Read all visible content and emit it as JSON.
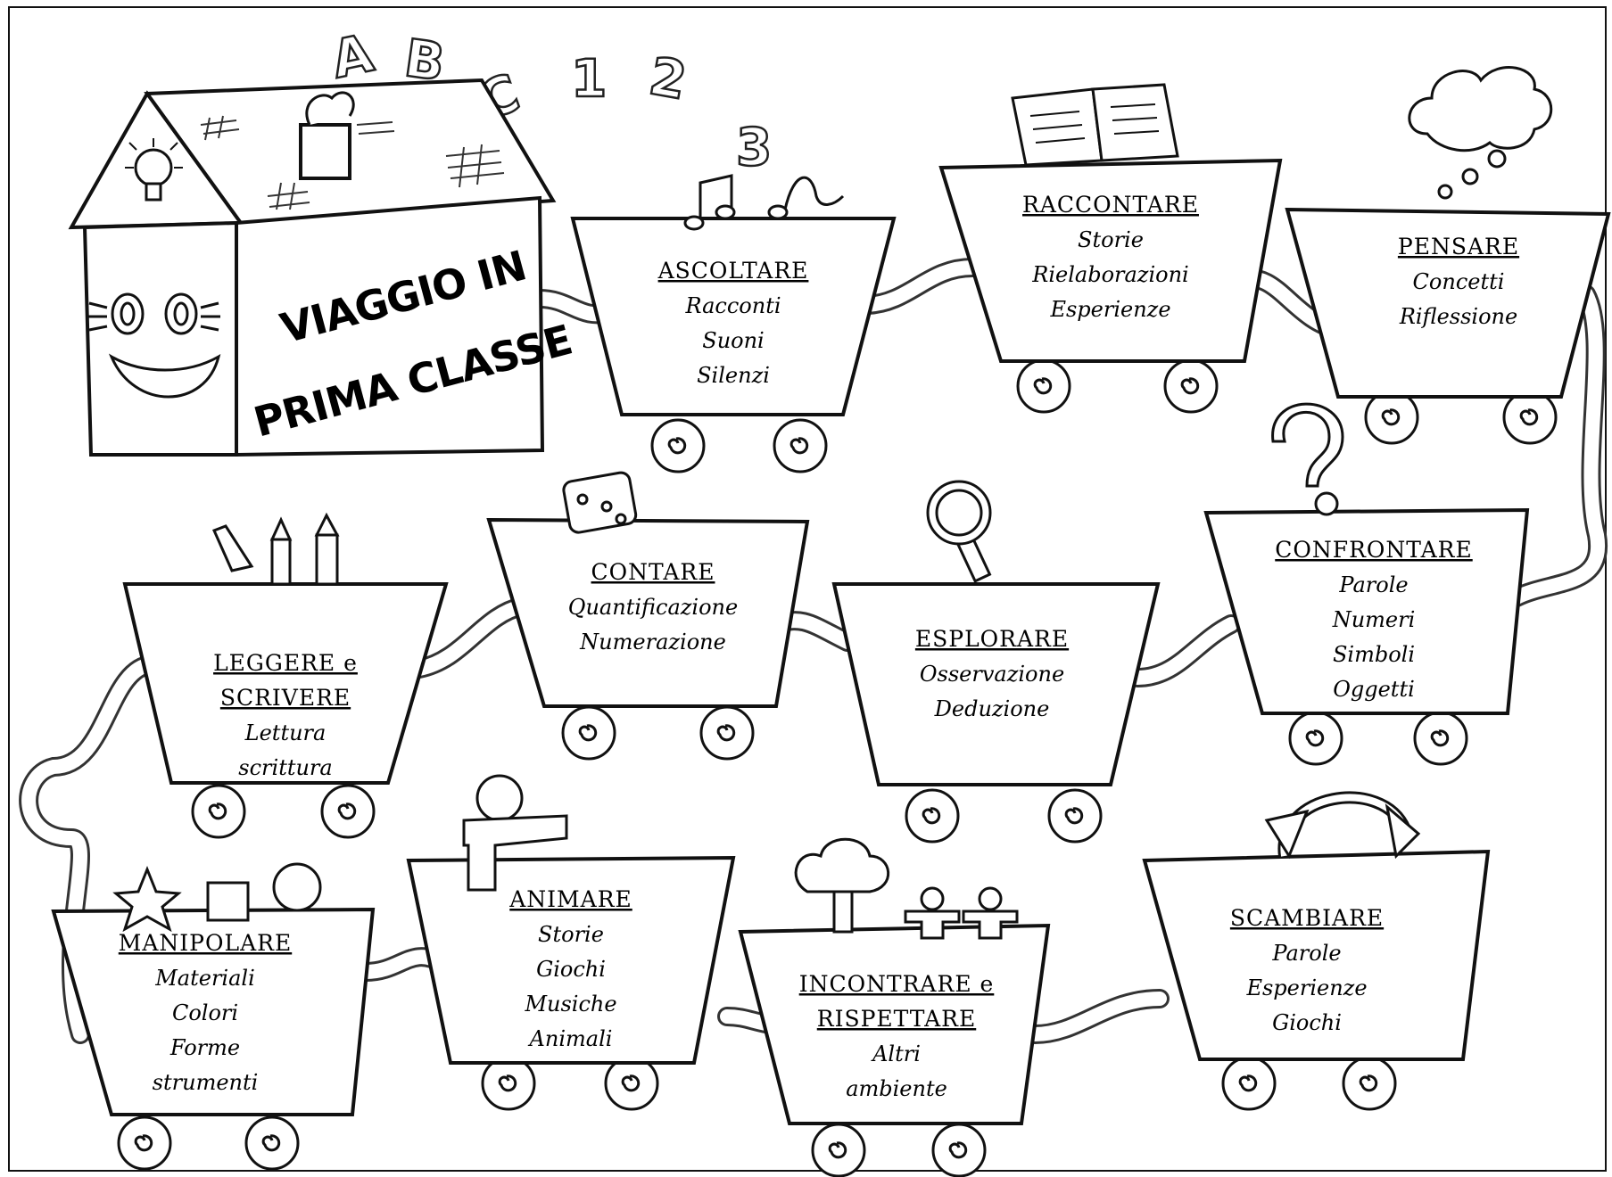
{
  "title_lines": [
    "VIAGGIO IN",
    "PRIMA CLASSE"
  ],
  "decor_letters": [
    "A",
    "B",
    "C",
    "1",
    "2",
    "3"
  ],
  "wagons": [
    {
      "title": "ASCOLTARE",
      "items": [
        "Racconti",
        "Suoni",
        "Silenzi"
      ]
    },
    {
      "title": "RACCONTARE",
      "items": [
        "Storie",
        "Rielaborazioni",
        "Esperienze"
      ]
    },
    {
      "title": "PENSARE",
      "items": [
        "Concetti",
        "Riflessione"
      ]
    },
    {
      "title": "CONFRONTARE",
      "items": [
        "Parole",
        "Numeri",
        "Simboli",
        "Oggetti"
      ]
    },
    {
      "title": "ESPLORARE",
      "items": [
        "Osservazione",
        "Deduzione"
      ]
    },
    {
      "title": "CONTARE",
      "items": [
        "Quantificazione",
        "Numerazione"
      ]
    },
    {
      "title": "LEGGERE e",
      "title2": "SCRIVERE",
      "items": [
        "Lettura",
        "scrittura"
      ]
    },
    {
      "title": "MANIPOLARE",
      "items": [
        "Materiali",
        "Colori",
        "Forme",
        "strumenti"
      ]
    },
    {
      "title": "ANIMARE",
      "items": [
        "Storie",
        "Giochi",
        "Musiche",
        "Animali"
      ]
    },
    {
      "title": "INCONTRARE e",
      "title2": "RISPETTARE",
      "items": [
        "Altri",
        "ambiente"
      ]
    },
    {
      "title": "SCAMBIARE",
      "items": [
        "Parole",
        "Esperienze",
        "Giochi"
      ]
    }
  ]
}
